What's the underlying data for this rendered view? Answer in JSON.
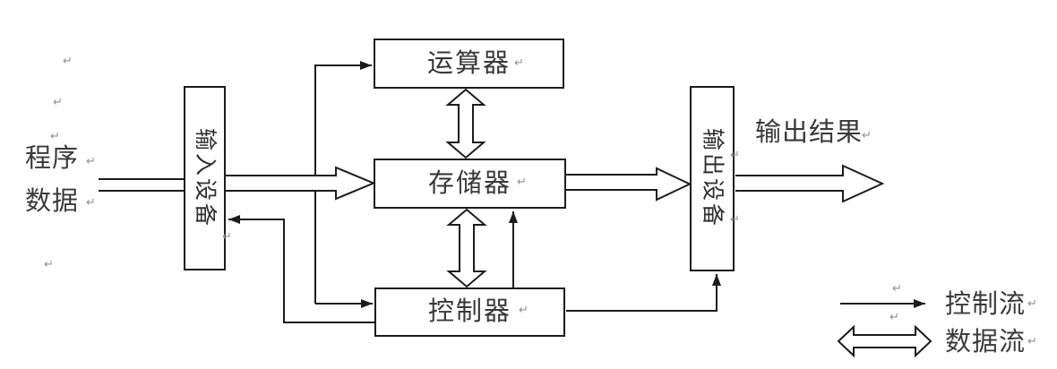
{
  "diagram": {
    "title_present": false,
    "boxes": {
      "alu": "运算器",
      "memory": "存储器",
      "controller": "控制器",
      "input_device": "输入设备",
      "output_device": "输出设备"
    },
    "labels": {
      "program": "程序",
      "data": "数据",
      "output_result": "输出结果"
    },
    "legend": {
      "control_flow": "控制流",
      "data_flow": "数据流",
      "control_flow_icon": "thin-arrow-icon",
      "data_flow_icon": "hollow-double-arrow-icon"
    },
    "marks": {
      "paragraph_glyph": "↵"
    },
    "colors": {
      "line": "#1c1c1c",
      "text": "#3a3a3a",
      "mark": "#929292",
      "background": "#ffffff"
    }
  }
}
